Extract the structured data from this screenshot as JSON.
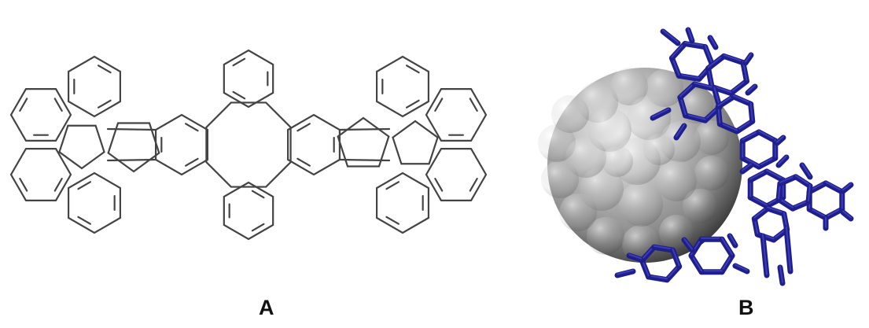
{
  "panels": [
    {
      "id": "A",
      "label": "A",
      "content": "structural-formula"
    },
    {
      "id": "B",
      "label": "B",
      "content": "space-filling-and-stick-model"
    }
  ],
  "colors": {
    "line_drawing": "#444444",
    "sphere_highlight": "#f2f2f2",
    "sphere_mid": "#a4a4a4",
    "sphere_dark": "#3a3a3a",
    "stick_model": "#1e1e8c",
    "stick_highlight": "#4a4ac8"
  }
}
